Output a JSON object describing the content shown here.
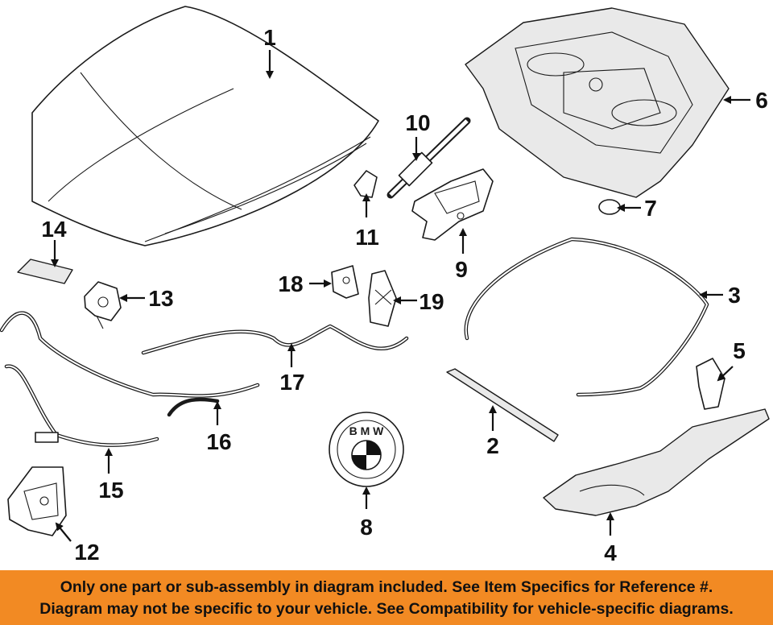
{
  "callouts": {
    "c1": "1",
    "c2": "2",
    "c3": "3",
    "c4": "4",
    "c5": "5",
    "c6": "6",
    "c7": "7",
    "c8": "8",
    "c9": "9",
    "c10": "10",
    "c11": "11",
    "c12": "12",
    "c13": "13",
    "c14": "14",
    "c15": "15",
    "c16": "16",
    "c17": "17",
    "c18": "18",
    "c19": "19"
  },
  "emblem": {
    "text": "B M W"
  },
  "disclaimer": {
    "line1": "Only one part or sub-assembly in diagram included. See Item Specifics for Reference #.",
    "line2": "Diagram may not be specific to your vehicle. See Compatibility for vehicle-specific diagrams."
  },
  "colors": {
    "banner_background": "#f28a23",
    "line_art": "#1a1a1a",
    "text": "#111111"
  }
}
